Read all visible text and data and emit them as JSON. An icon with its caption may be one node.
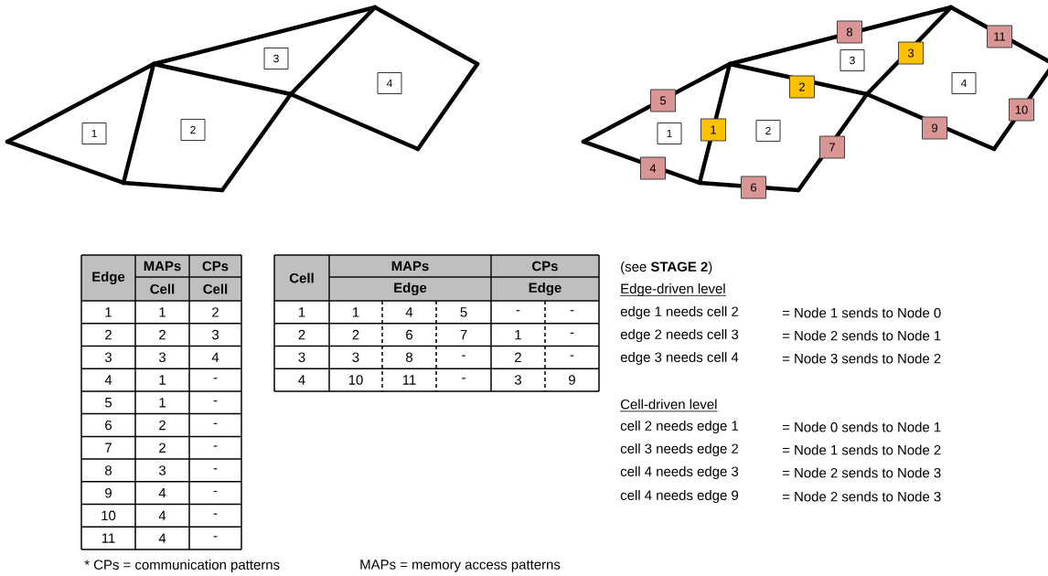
{
  "diagram": {
    "nodes": [
      {
        "text": [
          "1"
        ]
      },
      {
        "text": [
          "2"
        ]
      },
      {
        "text": [
          "3"
        ]
      },
      {
        "text": [
          "4"
        ]
      },
      {
        "text": [
          "1"
        ]
      },
      {
        "text": [
          "2"
        ]
      },
      {
        "text": [
          "3"
        ]
      },
      {
        "text": [
          "4"
        ]
      },
      {
        "text": [
          "1"
        ]
      },
      {
        "text": [
          "2"
        ]
      },
      {
        "text": [
          "3"
        ]
      },
      {
        "text": [
          "4"
        ]
      },
      {
        "text": [
          "5"
        ]
      },
      {
        "text": [
          "6"
        ]
      },
      {
        "text": [
          "7"
        ]
      },
      {
        "text": [
          "8"
        ]
      },
      {
        "text": [
          "9"
        ]
      },
      {
        "text": [
          "10"
        ]
      },
      {
        "text": [
          "11"
        ]
      }
    ],
    "labels": [
      "Edge",
      "MAPs",
      "CPs",
      "Cell",
      "Cell",
      "1",
      "1",
      "2",
      "2",
      "2",
      "3",
      "3",
      "3",
      "4",
      "4",
      "1",
      "-",
      "5",
      "1",
      "-",
      "6",
      "2",
      "-",
      "7",
      "2",
      "-",
      "8",
      "3",
      "-",
      "9",
      "4",
      "-",
      "10",
      "4",
      "-",
      "11",
      "4",
      "-",
      "Cell",
      "MAPs",
      "CPs",
      "Edge",
      "Edge",
      "1",
      "1",
      "4",
      "5",
      "-",
      "-",
      "2",
      "2",
      "6",
      "7",
      "1",
      "-",
      "3",
      "3",
      "8",
      "-",
      "2",
      "-",
      "4",
      "10",
      "11",
      "-",
      "3",
      "9",
      "* CPs = communication patterns",
      "MAPs = memory access patterns",
      "(see **STAGE 2**)",
      "Edge-driven level",
      "edge 1 needs cell 2",
      "= Node 1 sends to Node 0",
      "edge 2 needs cell 3",
      "= Node 2 sends to Node 1",
      "edge 3 needs cell 4",
      "= Node 3 sends to Node 2",
      "Cell-driven level",
      "cell 2 needs edge 1",
      "= Node 0 sends to Node 1",
      "cell 3 needs edge 2",
      "= Node 1 sends to Node 2",
      "cell 4 needs edge 3",
      "= Node 2 sends to Node 3",
      "cell 4 needs edge 9",
      "= Node 2 sends to Node 3"
    ]
  }
}
